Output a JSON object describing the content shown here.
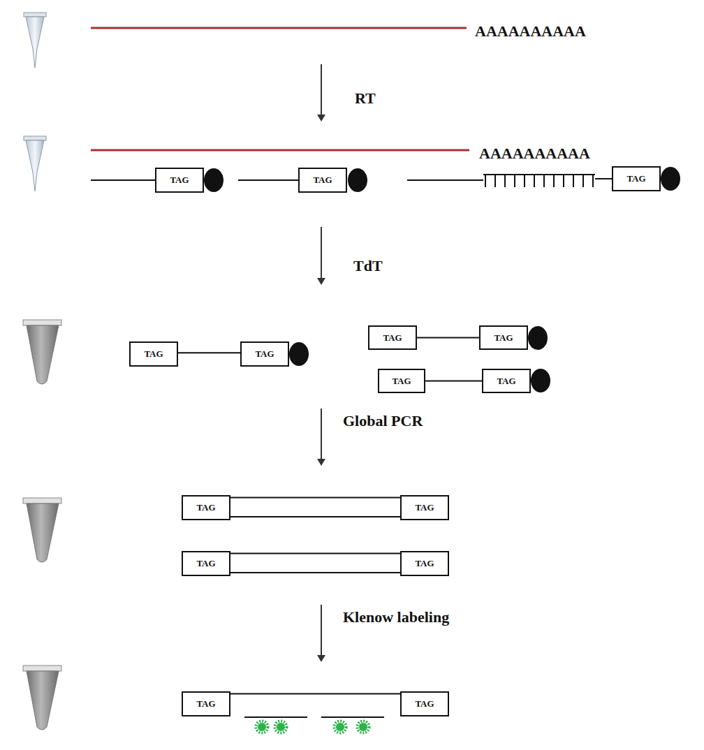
{
  "diagram": {
    "nodes": [
      {
        "text": [
          "TAG"
        ]
      },
      {
        "text": [
          "TAG"
        ]
      },
      {
        "text": [
          "TAG"
        ]
      },
      {
        "text": [
          "TAG"
        ]
      },
      {
        "text": [
          "TAG"
        ]
      },
      {
        "text": [
          "TAG"
        ]
      },
      {
        "text": [
          "TAG"
        ]
      },
      {
        "text": [
          "TAG"
        ]
      },
      {
        "text": [
          "TAG"
        ]
      },
      {
        "text": [
          "TAG"
        ]
      },
      {
        "text": [
          "TAG"
        ]
      },
      {
        "text": [
          "TAG"
        ]
      },
      {
        "text": [
          "TAG"
        ]
      },
      {
        "text": [
          "TAG"
        ]
      },
      {
        "text": [
          "TAG"
        ]
      }
    ],
    "edges": [
      {
        "from": 3,
        "to": 4,
        "arrow": "none"
      },
      {
        "from": 5,
        "to": 6,
        "arrow": "none"
      },
      {
        "from": 7,
        "to": 8,
        "arrow": "none"
      },
      {
        "from": 9,
        "to": 10,
        "arrow": "none"
      },
      {
        "from": 11,
        "to": 12,
        "arrow": "none"
      },
      {
        "from": 13,
        "to": 14,
        "arrow": "none"
      }
    ],
    "labels": [
      "AAAAAAAAAA",
      "RT",
      "AAAAAAAAAA",
      "TdT",
      "Global PCR",
      "Klenow labeling"
    ]
  }
}
